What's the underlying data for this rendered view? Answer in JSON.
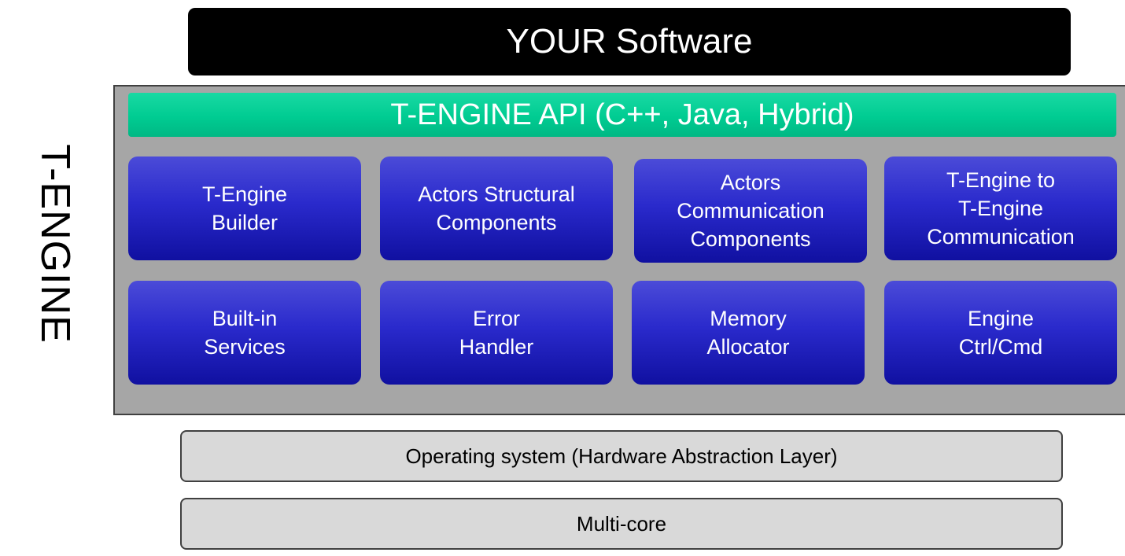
{
  "top_bar": {
    "label": "YOUR Software"
  },
  "engine": {
    "vertical_label": "T-ENGINE",
    "api_label": "T-ENGINE API (C++, Java, Hybrid)",
    "blocks": [
      {
        "label": "T-Engine\nBuilder"
      },
      {
        "label": "Actors Structural\nComponents"
      },
      {
        "label": "Actors\nCommunication\nComponents"
      },
      {
        "label": "T-Engine to\nT-Engine\nCommunication"
      },
      {
        "label": "Built-in\nServices"
      },
      {
        "label": "Error\nHandler"
      },
      {
        "label": "Memory\nAllocator"
      },
      {
        "label": "Engine\nCtrl/Cmd"
      }
    ]
  },
  "layers": [
    {
      "label": "Operating system (Hardware Abstraction Layer)"
    },
    {
      "label": "Multi-core"
    }
  ],
  "colors": {
    "software_bar": "#000000",
    "engine_background": "#a6a6a6",
    "api_bar": "#00cc92",
    "block": "#2a2acc",
    "layer": "#d9d9d9"
  }
}
